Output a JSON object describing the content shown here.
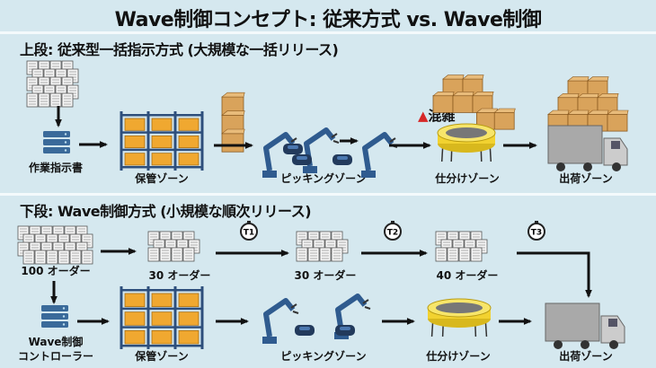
{
  "title": "Wave制御コンセプト: 従来方式 vs. Wave制御",
  "top_section": {
    "heading": "上段: 従来型一括指示方式 (大規模な一括リリース)",
    "work_order_label": "作業指示書",
    "storage_label": "保管ゾーン",
    "picking_label": "ピッキングゾーン",
    "congestion_label": "混雑",
    "sorting_label": "仕分けゾーン",
    "shipping_label": "出荷ゾーン"
  },
  "bottom_section": {
    "heading": "下段: Wave制御方式 (小規模な順次リリース)",
    "orders": [
      "100 オーダー",
      "30 オーダー",
      "30 オーダー",
      "40 オーダー"
    ],
    "timers": [
      "T1",
      "T2",
      "T3"
    ],
    "controller_label_line1": "Wave制御",
    "controller_label_line2": "コントローラー",
    "storage_label": "保管ゾーン",
    "picking_label": "ピッキングゾーン",
    "sorting_label": "仕分けゾーン",
    "shipping_label": "出荷ゾーン"
  },
  "colors": {
    "background": "#d5e8ef",
    "box": "#d9a35b",
    "robot": "#2f5b8f",
    "sorter": "#f2d230",
    "warning": "#d62828",
    "truck": "#a9a9a9"
  }
}
